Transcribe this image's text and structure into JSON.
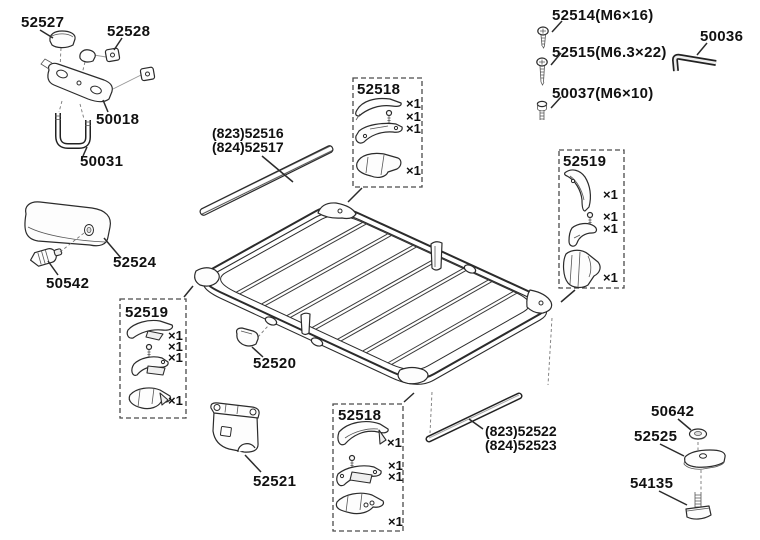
{
  "diagram": {
    "kind": "exploded-parts-diagram",
    "product": "roof cargo basket",
    "colors": {
      "line": "#2b2b2b",
      "text": "#111111",
      "background": "#ffffff"
    },
    "labels": {
      "p52527": "52527",
      "p52528": "52528",
      "p50018": "50018",
      "p50031": "50031",
      "p52524": "52524",
      "p50542": "50542",
      "p52519": "52519",
      "p52520": "52520",
      "p52521": "52521",
      "p52518": "52518",
      "p52516": "(823)52516",
      "p52517": "(824)52517",
      "p52514": "52514(M6×16)",
      "p52515": "52515(M6.3×22)",
      "p50037": "50037(M6×10)",
      "p50036": "50036",
      "p52522": "(823)52522",
      "p52523": "(824)52523",
      "p50642": "50642",
      "p52525": "52525",
      "p54135": "54135",
      "qty_one": "×1"
    }
  }
}
